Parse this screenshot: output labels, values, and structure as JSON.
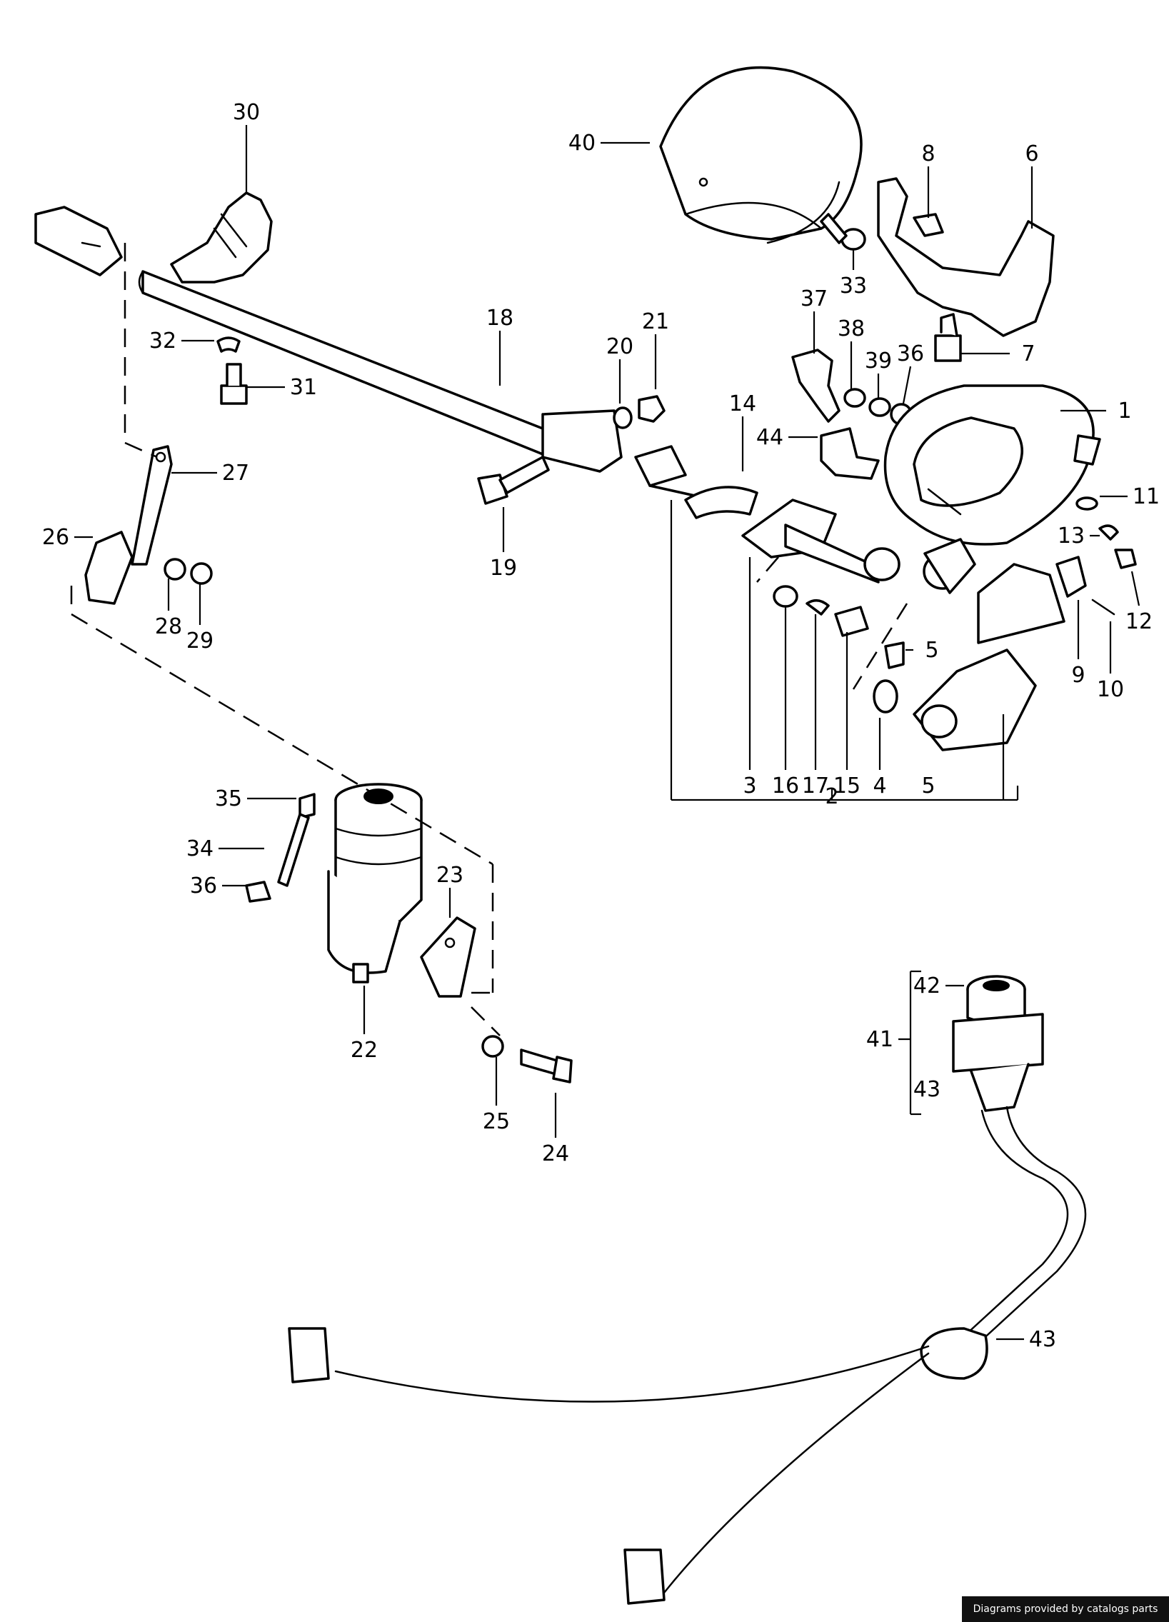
{
  "callouts": [
    {
      "id": "1",
      "text": "1"
    },
    {
      "id": "2",
      "text": "2"
    },
    {
      "id": "3",
      "text": "3"
    },
    {
      "id": "4",
      "text": "4"
    },
    {
      "id": "5a",
      "text": "5"
    },
    {
      "id": "5b",
      "text": "5"
    },
    {
      "id": "6",
      "text": "6"
    },
    {
      "id": "7",
      "text": "7"
    },
    {
      "id": "8",
      "text": "8"
    },
    {
      "id": "9",
      "text": "9"
    },
    {
      "id": "10",
      "text": "10"
    },
    {
      "id": "11",
      "text": "11"
    },
    {
      "id": "12",
      "text": "12"
    },
    {
      "id": "13",
      "text": "13"
    },
    {
      "id": "14",
      "text": "14"
    },
    {
      "id": "15",
      "text": "15"
    },
    {
      "id": "16",
      "text": "16"
    },
    {
      "id": "17",
      "text": "17"
    },
    {
      "id": "18",
      "text": "18"
    },
    {
      "id": "19",
      "text": "19"
    },
    {
      "id": "20",
      "text": "20"
    },
    {
      "id": "21",
      "text": "21"
    },
    {
      "id": "22",
      "text": "22"
    },
    {
      "id": "23",
      "text": "23"
    },
    {
      "id": "24",
      "text": "24"
    },
    {
      "id": "25",
      "text": "25"
    },
    {
      "id": "26",
      "text": "26"
    },
    {
      "id": "27",
      "text": "27"
    },
    {
      "id": "28",
      "text": "28"
    },
    {
      "id": "29",
      "text": "29"
    },
    {
      "id": "30",
      "text": "30"
    },
    {
      "id": "31",
      "text": "31"
    },
    {
      "id": "32",
      "text": "32"
    },
    {
      "id": "33",
      "text": "33"
    },
    {
      "id": "34",
      "text": "34"
    },
    {
      "id": "35",
      "text": "35"
    },
    {
      "id": "36a",
      "text": "36"
    },
    {
      "id": "36b",
      "text": "36"
    },
    {
      "id": "37",
      "text": "37"
    },
    {
      "id": "38",
      "text": "38"
    },
    {
      "id": "39",
      "text": "39"
    },
    {
      "id": "40",
      "text": "40"
    },
    {
      "id": "41",
      "text": "41"
    },
    {
      "id": "42",
      "text": "42"
    },
    {
      "id": "43a",
      "text": "43"
    },
    {
      "id": "43b",
      "text": "43"
    },
    {
      "id": "44",
      "text": "44"
    }
  ],
  "credit": "Diagrams provided by catalogs parts"
}
